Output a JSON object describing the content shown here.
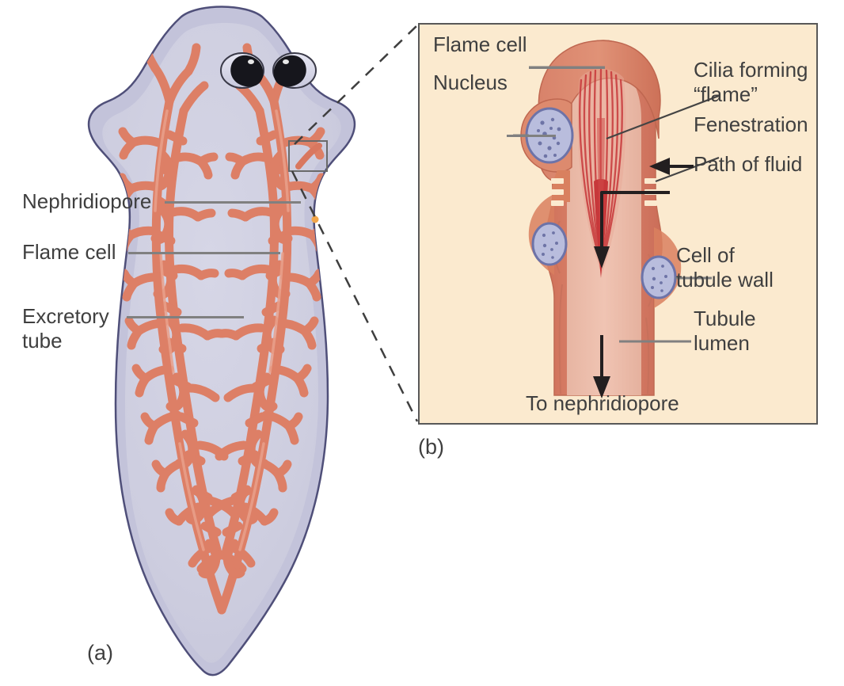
{
  "figure": {
    "title": "Flatworm excretory system: flame cells and protonephridia",
    "panels": [
      {
        "id": "a",
        "caption": "(a)",
        "subject": "planarian-whole-body"
      },
      {
        "id": "b",
        "caption": "(b)",
        "subject": "flame-cell-detail"
      }
    ]
  },
  "panel_a": {
    "caption": "(a)",
    "labels": [
      {
        "key": "nephridiopore",
        "text": "Nephridiopore"
      },
      {
        "key": "flame_cell",
        "text": "Flame cell"
      },
      {
        "key": "excretory_tube",
        "text": "Excretory\ntube"
      }
    ]
  },
  "panel_b": {
    "caption": "(b)",
    "labels_left": [
      {
        "key": "flame_cell",
        "text": "Flame cell"
      },
      {
        "key": "nucleus",
        "text": "Nucleus"
      }
    ],
    "labels_right": [
      {
        "key": "cilia",
        "text": "Cilia forming\n“flame”"
      },
      {
        "key": "fenestration",
        "text": "Fenestration"
      },
      {
        "key": "path_of_fluid",
        "text": "Path of fluid"
      },
      {
        "key": "cell_of_tubule_wall",
        "text": "Cell of\ntubule wall"
      },
      {
        "key": "tubule_lumen",
        "text": "Tubule\nlumen"
      }
    ],
    "bottom_label": {
      "key": "to_nephridiopore",
      "text": "To nephridiopore"
    }
  },
  "colors": {
    "background": "#ffffff",
    "panel_b_background": "#fbeacf",
    "panel_b_border": "#585858",
    "body_outer_rim": "#c3c3da",
    "body_fill": "#cdcddf",
    "body_outline": "#4f4f79",
    "tubule_salmon": "#dd7f66",
    "tubule_salmon_dark": "#c9694f",
    "tubule_wall": "#d98872",
    "lumen_fill": "#efbfae",
    "cilia_red": "#c7383a",
    "nucleus_fill": "#b8bcdd",
    "nucleus_border": "#6d73a8",
    "label_text": "#3f3f3f",
    "leader_line": "#808080",
    "arrow_black": "#231f20",
    "eyespot_dark": "#1b1b22"
  }
}
